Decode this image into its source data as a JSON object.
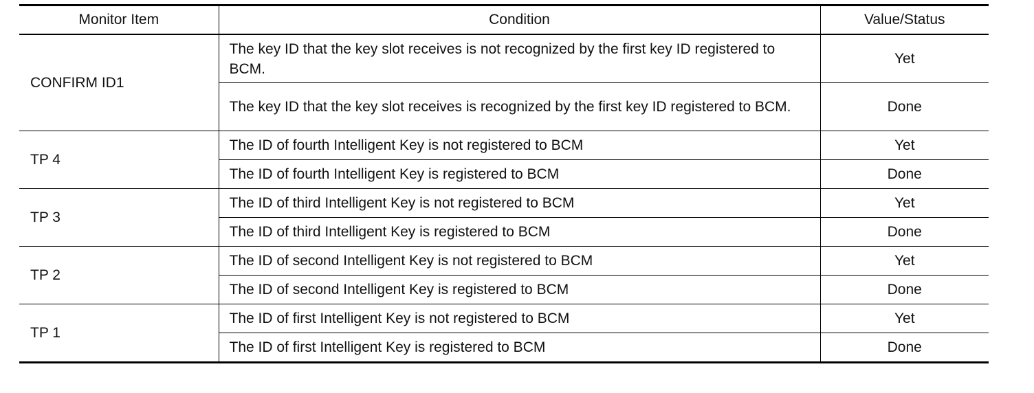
{
  "headers": {
    "monitor_item": "Monitor Item",
    "condition": "Condition",
    "value_status": "Value/Status"
  },
  "groups": [
    {
      "item": "CONFIRM ID1",
      "rows": [
        {
          "condition": "The key ID that the key slot receives is not recognized by the first key ID registered to BCM.",
          "value": "Yet"
        },
        {
          "condition": "The key ID that the key slot receives is recognized by the first key ID registered to BCM.",
          "value": "Done"
        }
      ]
    },
    {
      "item": "TP 4",
      "rows": [
        {
          "condition": "The ID of fourth Intelligent Key is not registered to BCM",
          "value": "Yet"
        },
        {
          "condition": "The ID of fourth Intelligent Key is registered to BCM",
          "value": "Done"
        }
      ]
    },
    {
      "item": "TP 3",
      "rows": [
        {
          "condition": "The ID of third Intelligent Key is not registered to BCM",
          "value": "Yet"
        },
        {
          "condition": "The ID of third Intelligent Key is registered to BCM",
          "value": "Done"
        }
      ]
    },
    {
      "item": "TP 2",
      "rows": [
        {
          "condition": "The ID of second Intelligent Key is not registered to BCM",
          "value": "Yet"
        },
        {
          "condition": "The ID of second Intelligent Key is registered to BCM",
          "value": "Done"
        }
      ]
    },
    {
      "item": "TP 1",
      "rows": [
        {
          "condition": "The ID of first Intelligent Key is not registered to BCM",
          "value": "Yet"
        },
        {
          "condition": "The ID of first Intelligent Key is registered to BCM",
          "value": "Done"
        }
      ]
    }
  ]
}
